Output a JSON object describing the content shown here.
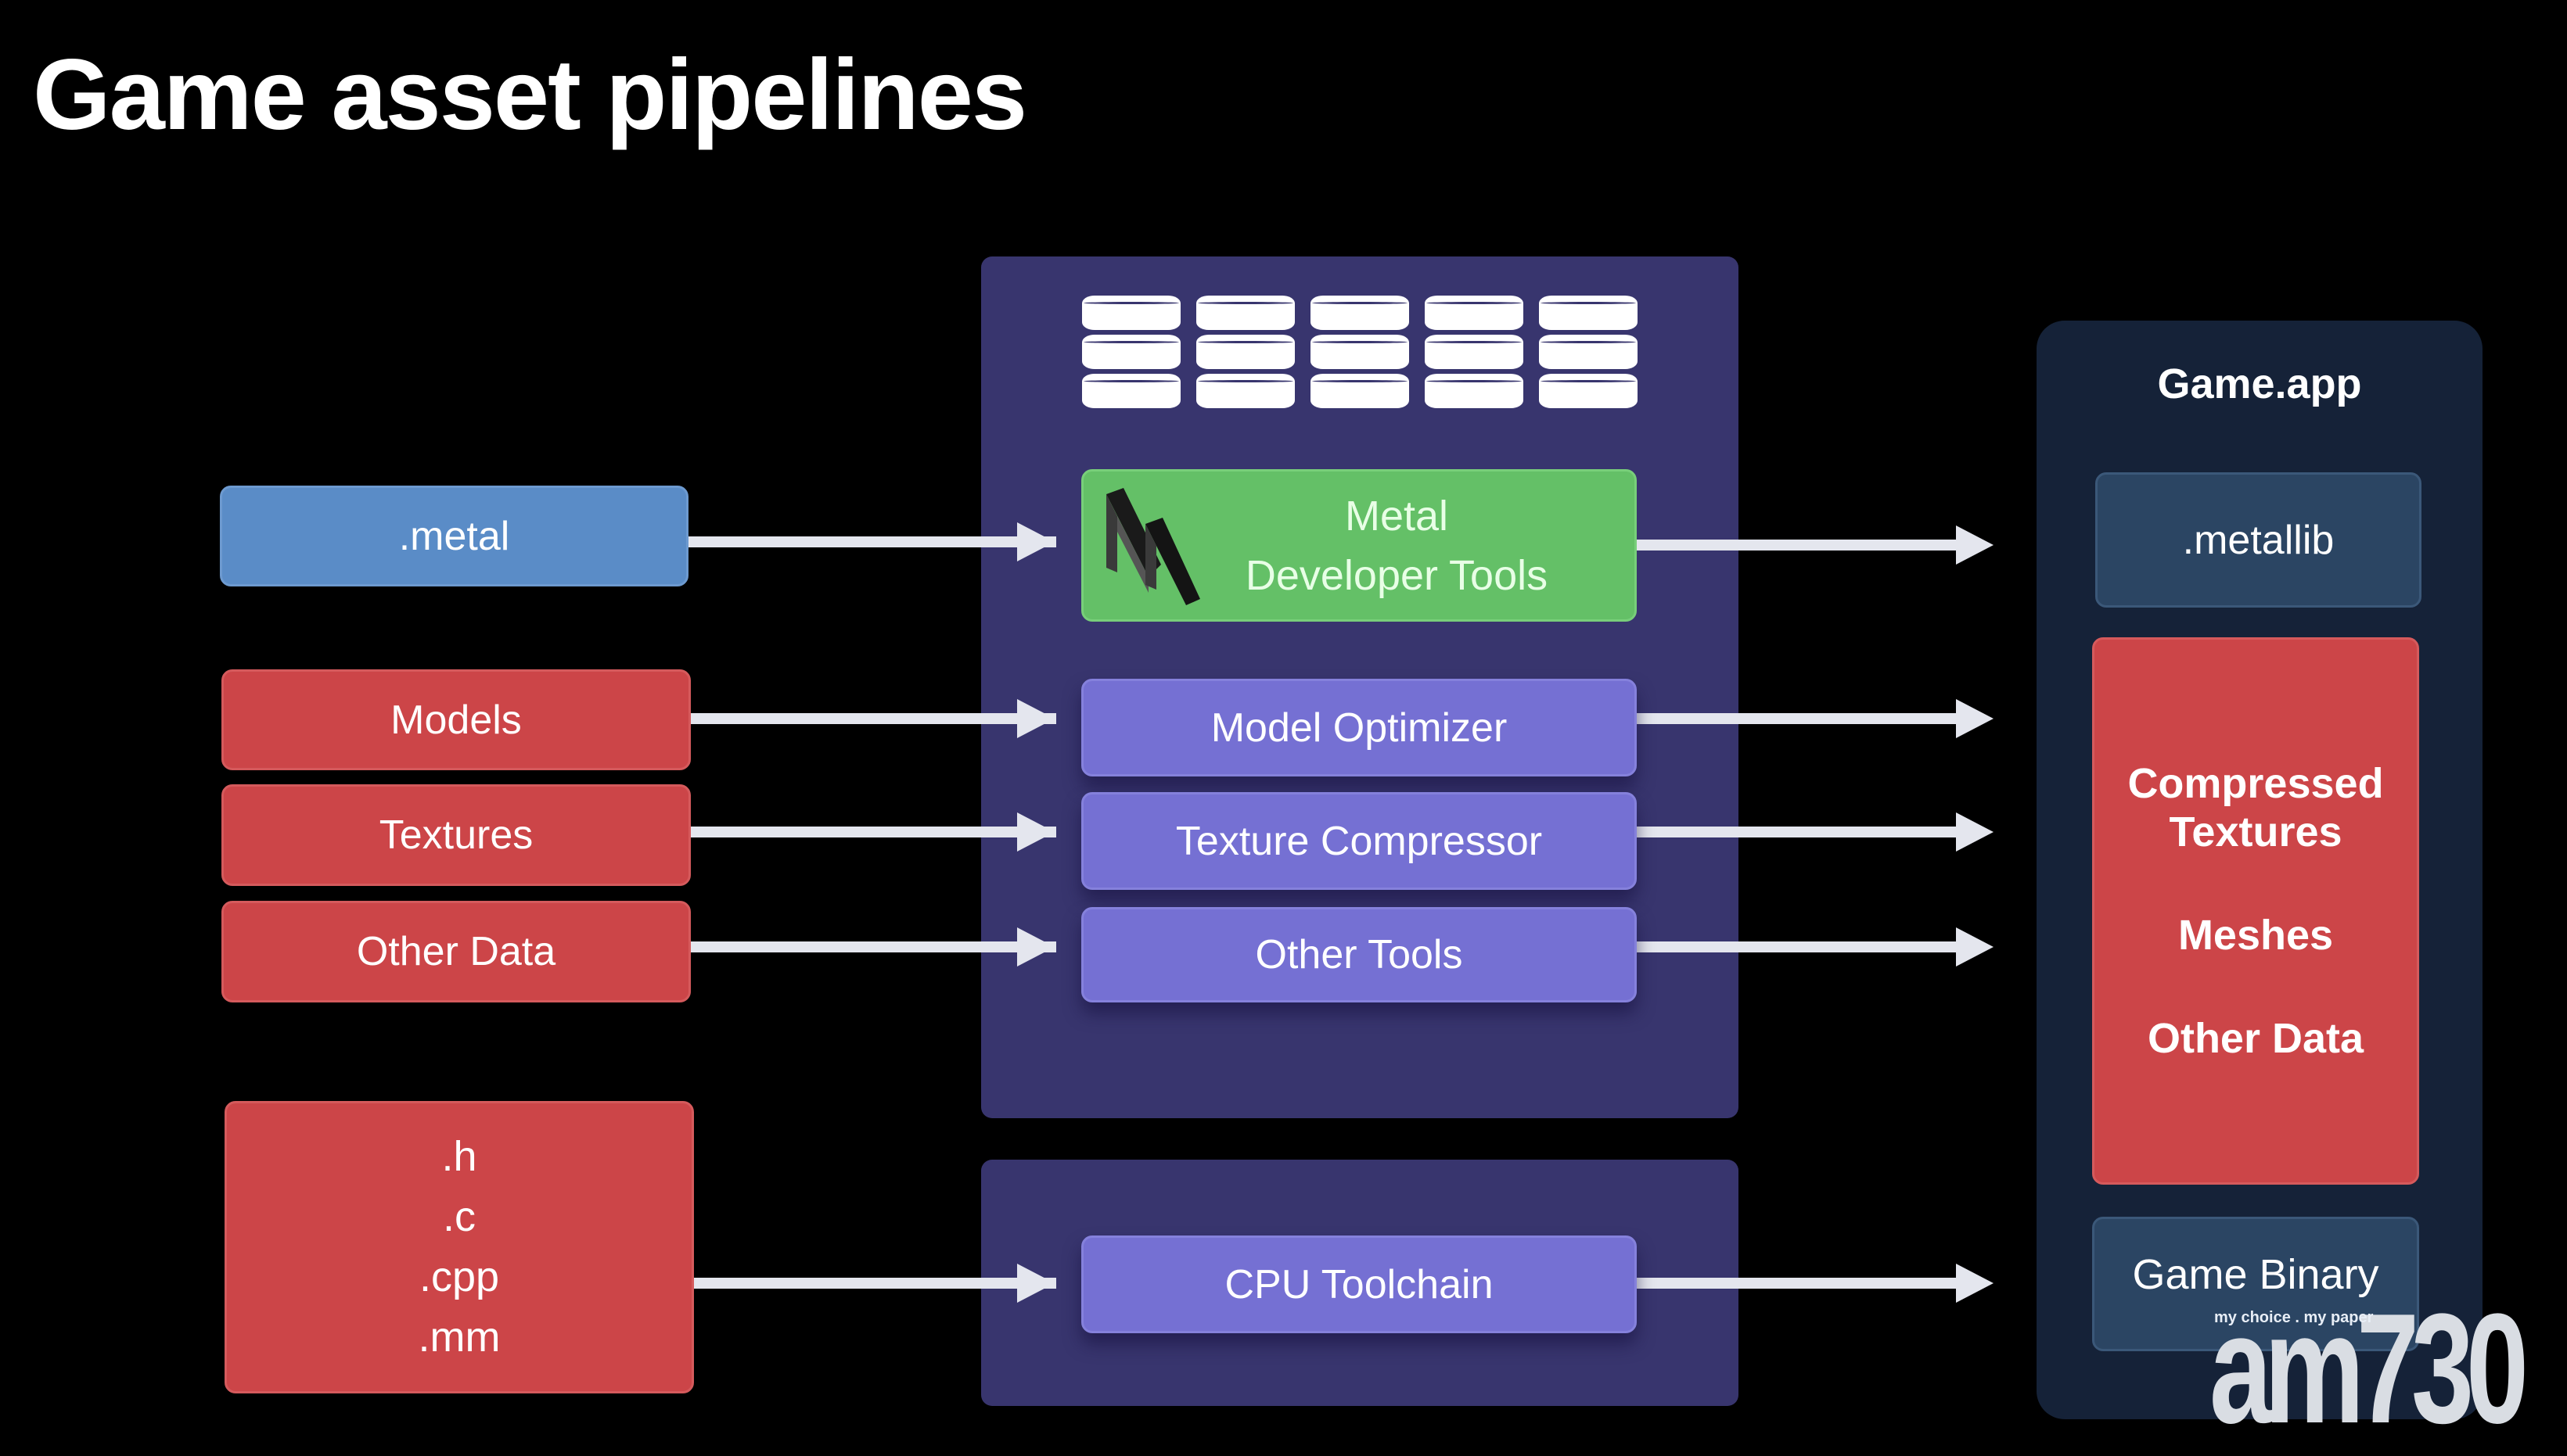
{
  "slide": {
    "title": "Game asset pipelines"
  },
  "inputs": {
    "metal": ".metal",
    "models": "Models",
    "textures": "Textures",
    "other_data": "Other Data",
    "source_files": [
      ".h",
      ".c",
      ".cpp",
      ".mm"
    ]
  },
  "tools": {
    "database_icon_count": 5,
    "metal_developer_tools": [
      "Metal",
      "Developer Tools"
    ],
    "model_optimizer": "Model Optimizer",
    "texture_compressor": "Texture Compressor",
    "other_tools": "Other Tools",
    "cpu_toolchain": "CPU Toolchain"
  },
  "outputs": {
    "container_title": "Game.app",
    "metallib": ".metallib",
    "assets": [
      "Compressed",
      "Textures",
      "Meshes",
      "Other Data"
    ],
    "game_binary": "Game Binary"
  },
  "watermark": {
    "tagline": "my choice . my paper",
    "brand": "am730"
  },
  "colors": {
    "background": "#000000",
    "metal_input": "#5a8cc7",
    "asset_input": "#cc4548",
    "metal_tools": "#64c067",
    "tool": "#7570d3",
    "tool_panel": "#38356e",
    "app_panel": "#152238",
    "app_item": "#2b4563",
    "arrow": "#e4e6ee"
  }
}
